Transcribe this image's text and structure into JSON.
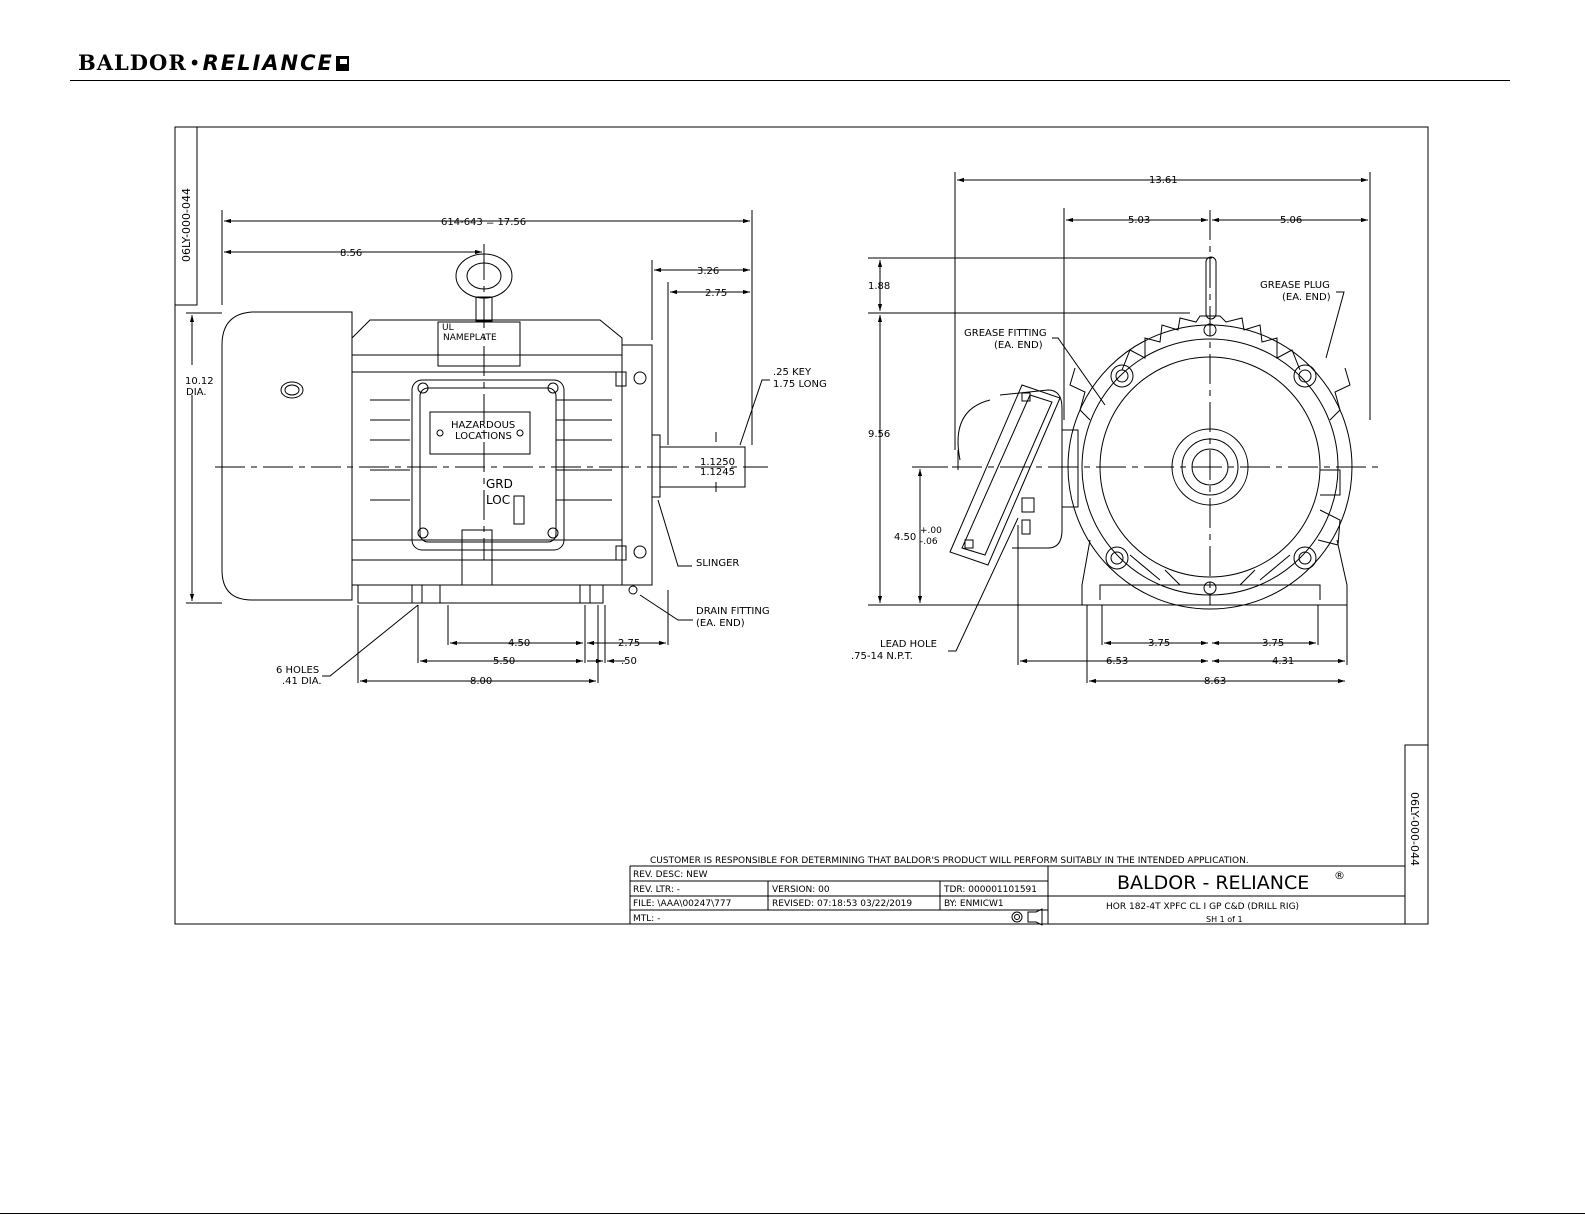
{
  "header": {
    "brand_baldor": "BALDOR",
    "brand_separator": "•",
    "brand_reliance": "RELIANCE"
  },
  "drawing_id": "06LY-000-044",
  "side_view": {
    "overall": "614-643 = 17.56",
    "d_856": "8.56",
    "d_326": "3.26",
    "d_275_top": "2.75",
    "dia_value": "10.12",
    "dia_label": "DIA.",
    "nameplate_ul": "UL",
    "nameplate": "NAMEPLATE",
    "hazardous_1": "HAZARDOUS",
    "hazardous_2": "LOCATIONS",
    "grd": "GRD",
    "loc": "LOC",
    "key_1": ".25 KEY",
    "key_2": "1.75 LONG",
    "shaft_1": "1.1250",
    "shaft_2": "1.1245",
    "slinger": "SLINGER",
    "drain_1": "DRAIN FITTING",
    "drain_2": "(EA. END)",
    "d_450": "4.50",
    "d_275_bottom": "2.75",
    "d_550": "5.50",
    "d_050": ".50",
    "d_800": "8.00",
    "holes_1": "6 HOLES",
    "holes_2": ".41 DIA."
  },
  "end_view": {
    "d_1361": "13.61",
    "d_503": "5.03",
    "d_506": "5.06",
    "d_188": "1.88",
    "d_956": "9.56",
    "d_450": "4.50",
    "tol_plus": "+.00",
    "tol_minus": "-.06",
    "grease_plug_1": "GREASE PLUG",
    "grease_plug_2": "(EA. END)",
    "grease_fit_1": "GREASE FITTING",
    "grease_fit_2": "(EA. END)",
    "lead_1": "LEAD HOLE",
    "lead_2": ".75-14 N.P.T.",
    "d_375_l": "3.75",
    "d_375_r": "3.75",
    "d_653": "6.53",
    "d_431": "4.31",
    "d_863": "8.63"
  },
  "title_block": {
    "disclaimer": "CUSTOMER IS RESPONSIBLE FOR DETERMINING THAT BALDOR'S PRODUCT WILL PERFORM SUITABLY IN THE INTENDED APPLICATION.",
    "rev_desc": "REV. DESC:  NEW",
    "rev_ltr": "REV. LTR:  -",
    "version": "VERSION: 00",
    "tdr": "TDR: 000001101591",
    "file": "FILE: \\AAA\\00247\\777",
    "revised": "REVISED: 07:18:53 03/22/2019",
    "by": "BY:  ENMICW1",
    "mtl": "MTL:  -",
    "company": "BALDOR - RELIANCE",
    "registered": "®",
    "description": "HOR 182-4T XPFC CL I GP C&D (DRILL RIG)",
    "sheet": "SH 1 of 1"
  },
  "colors": {
    "ink": "#000000",
    "paper": "#ffffff"
  }
}
